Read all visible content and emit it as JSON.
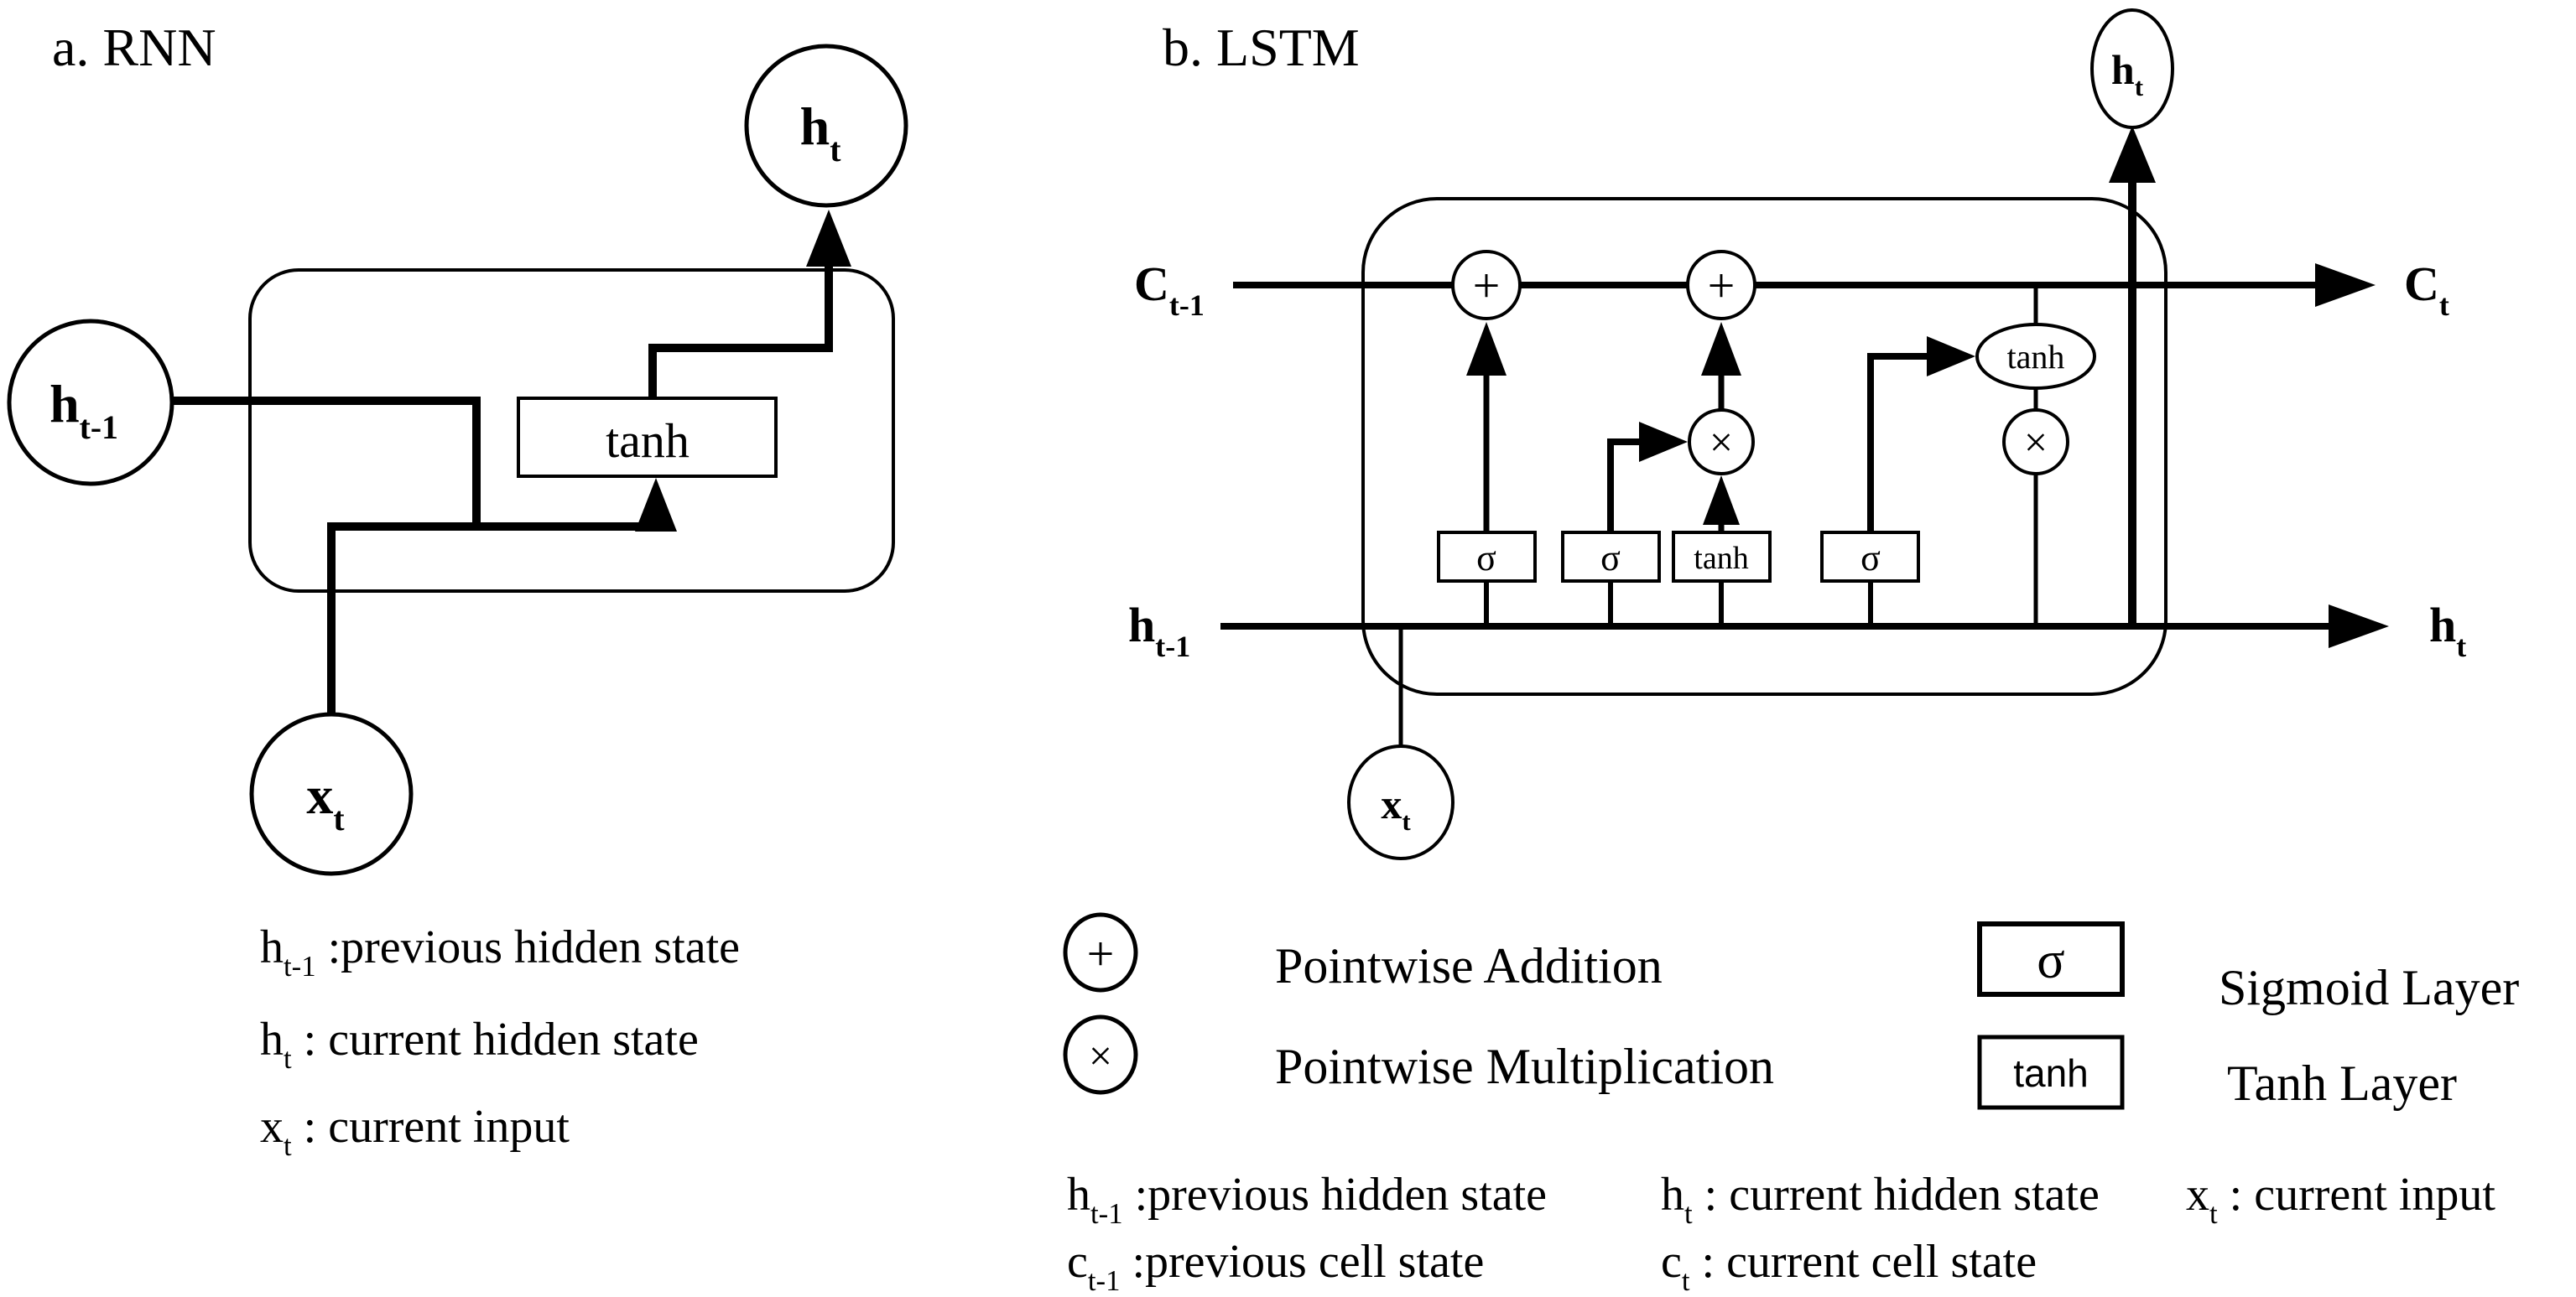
{
  "figure": {
    "colors": {
      "ink": "#000000",
      "background": "#ffffff"
    },
    "panel_a": {
      "title": "a. RNN",
      "node_h_prev": {
        "main": "h",
        "sub": "t-1"
      },
      "node_h_curr": {
        "main": "h",
        "sub": "t"
      },
      "node_x": {
        "main": "x",
        "sub": "t"
      },
      "tanh_box": "tanh",
      "legend": [
        {
          "main": "h",
          "sub": "t-1",
          "rest": " :previous hidden state"
        },
        {
          "main": "h",
          "sub": "t",
          "rest": " : current hidden state"
        },
        {
          "main": "x",
          "sub": "t",
          "rest": " : current input"
        }
      ]
    },
    "panel_b": {
      "title": "b. LSTM",
      "label_c_prev": {
        "main": "C",
        "sub": "t-1"
      },
      "label_c_curr": {
        "main": "C",
        "sub": "t"
      },
      "label_h_prev": {
        "main": "h",
        "sub": "t-1"
      },
      "label_h_curr": {
        "main": "h",
        "sub": "t"
      },
      "label_h_top": {
        "main": "h",
        "sub": "t"
      },
      "label_x": {
        "main": "x",
        "sub": "t"
      },
      "plus": "+",
      "times": "×",
      "sigma": "σ",
      "tanh": "tanh",
      "legend": {
        "plus_symbol": "+",
        "plus_label": "Pointwise Addition",
        "times_symbol": "×",
        "times_label": "Pointwise Multiplication",
        "sigma_symbol": "σ",
        "sigma_label": "Sigmoid Layer",
        "tanh_symbol": "tanh",
        "tanh_label": "Tanh Layer",
        "rows": [
          [
            {
              "main": "h",
              "sub": "t-1",
              "rest": " :previous hidden state"
            },
            {
              "main": "h",
              "sub": "t",
              "rest": " : current hidden state"
            },
            {
              "main": "x",
              "sub": "t",
              "rest": " : current input"
            }
          ],
          [
            {
              "main": "c",
              "sub": "t-1",
              "rest": " :previous cell state"
            },
            {
              "main": "c",
              "sub": "t",
              "rest": " : current cell state"
            }
          ]
        ]
      }
    }
  }
}
